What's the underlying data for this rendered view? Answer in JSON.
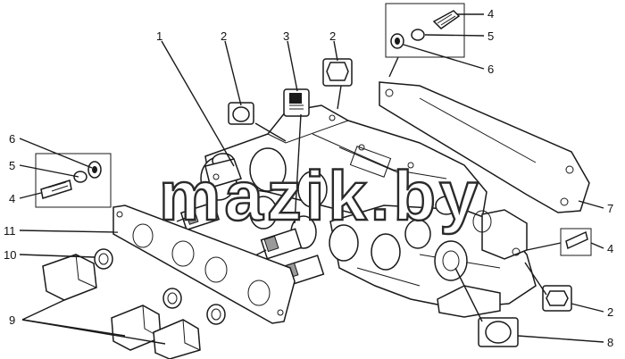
{
  "diagram": {
    "watermark": "mazik.by",
    "callouts": [
      {
        "key": "c1",
        "text": "1"
      },
      {
        "key": "c2a",
        "text": "2"
      },
      {
        "key": "c3",
        "text": "3"
      },
      {
        "key": "c2b",
        "text": "2"
      },
      {
        "key": "c4a",
        "text": "4"
      },
      {
        "key": "c5a",
        "text": "5"
      },
      {
        "key": "c6a",
        "text": "6"
      },
      {
        "key": "c6b",
        "text": "6"
      },
      {
        "key": "c5b",
        "text": "5"
      },
      {
        "key": "c4b",
        "text": "4"
      },
      {
        "key": "c11",
        "text": "11"
      },
      {
        "key": "c10",
        "text": "10"
      },
      {
        "key": "c9",
        "text": "9"
      },
      {
        "key": "c7",
        "text": "7"
      },
      {
        "key": "c4c",
        "text": "4"
      },
      {
        "key": "c2c",
        "text": "2"
      },
      {
        "key": "c8",
        "text": "8"
      }
    ]
  }
}
